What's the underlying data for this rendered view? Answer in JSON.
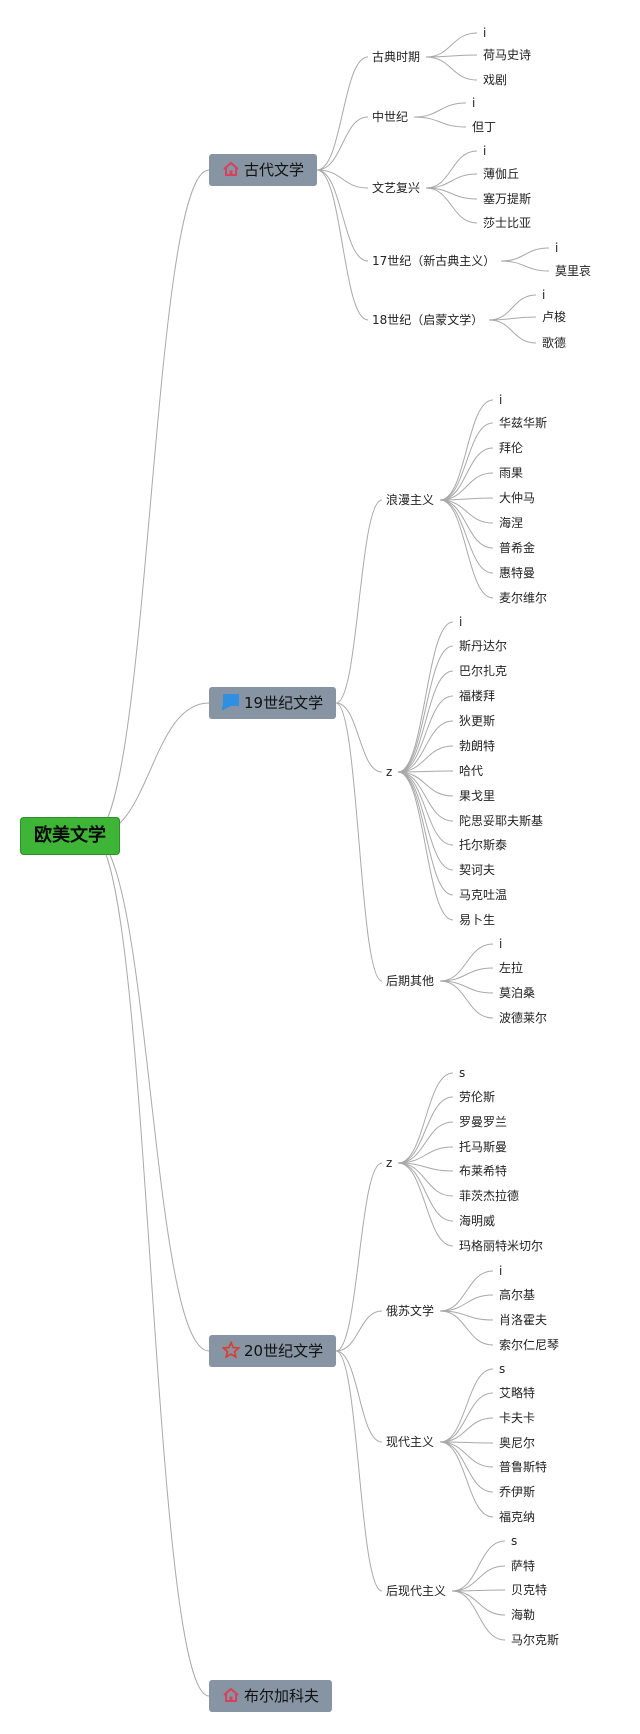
{
  "root": "欧美文学",
  "branches": [
    {
      "label": "古代文学",
      "icon": "house-icon",
      "children": [
        {
          "label": "古典时期",
          "children": [
            "i",
            "荷马史诗",
            "戏剧"
          ]
        },
        {
          "label": "中世纪",
          "children": [
            "i",
            "但丁"
          ]
        },
        {
          "label": "文艺复兴",
          "children": [
            "i",
            "薄伽丘",
            "塞万提斯",
            "莎士比亚"
          ]
        },
        {
          "label": "17世纪（新古典主义）",
          "children": [
            "i",
            "莫里哀"
          ]
        },
        {
          "label": "18世纪（启蒙文学）",
          "children": [
            "i",
            "卢梭",
            "歌德"
          ]
        }
      ]
    },
    {
      "label": "19世纪文学",
      "icon": "flag-icon",
      "children": [
        {
          "label": "浪漫主义",
          "children": [
            "i",
            "华兹华斯",
            "拜伦",
            "雨果",
            "大仲马",
            "海涅",
            "普希金",
            "惠特曼",
            "麦尔维尔"
          ]
        },
        {
          "label": "z",
          "children": [
            "i",
            "斯丹达尔",
            "巴尔扎克",
            "福楼拜",
            "狄更斯",
            "勃朗特",
            "哈代",
            "果戈里",
            "陀思妥耶夫斯基",
            "托尔斯泰",
            "契诃夫",
            "马克吐温",
            "易卜生"
          ]
        },
        {
          "label": "后期其他",
          "children": [
            "i",
            "左拉",
            "莫泊桑",
            "波德莱尔"
          ]
        }
      ]
    },
    {
      "label": "20世纪文学",
      "icon": "star-icon",
      "children": [
        {
          "label": "z",
          "children": [
            "s",
            "劳伦斯",
            "罗曼罗兰",
            "托马斯曼",
            "布莱希特",
            "菲茨杰拉德",
            "海明威",
            "玛格丽特米切尔"
          ]
        },
        {
          "label": "俄苏文学",
          "children": [
            "i",
            "高尔基",
            "肖洛霍夫",
            "索尔仁尼琴"
          ]
        },
        {
          "label": "现代主义",
          "children": [
            "s",
            "艾略特",
            "卡夫卡",
            "奥尼尔",
            "普鲁斯特",
            "乔伊斯",
            "福克纳"
          ]
        },
        {
          "label": "后现代主义",
          "children": [
            "s",
            "萨特",
            "贝克特",
            "海勒",
            "马尔克斯"
          ]
        }
      ]
    },
    {
      "label": "布尔加科夫",
      "icon": "house-icon",
      "children": []
    }
  ],
  "colors": {
    "root_bg": "#3fb538",
    "main_bg": "#8794a3",
    "line": "#a9a9a9",
    "house_icon": "#d9415a",
    "flag_icon": "#2f8fe0",
    "star_icon": "#e0392e"
  }
}
